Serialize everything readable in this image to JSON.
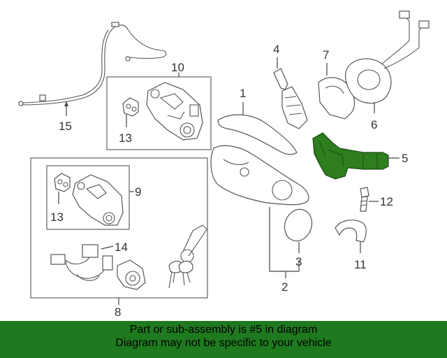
{
  "labels": {
    "p1": "1",
    "p2": "2",
    "p3": "3",
    "p4": "4",
    "p5": "5",
    "p6": "6",
    "p7": "7",
    "p8": "8",
    "p9": "9",
    "p10": "10",
    "p11": "11",
    "p12": "12",
    "p13a": "13",
    "p13b": "13",
    "p14": "14",
    "p15": "15"
  },
  "highlight_color": "#2e7d1e",
  "banner": {
    "line1": "Part or sub-assembly is #5 in diagram",
    "line2": "Diagram may not be specific to your vehicle",
    "background": "#1f7a1f"
  }
}
